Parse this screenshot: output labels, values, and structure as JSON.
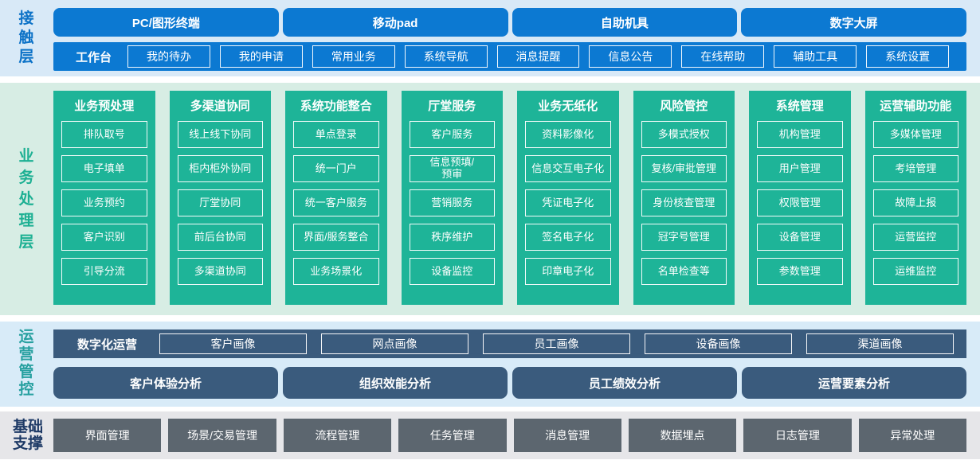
{
  "layers": {
    "contact": {
      "label": "接触层",
      "channels": [
        "PC/图形终端",
        "移动pad",
        "自助机具",
        "数字大屏"
      ],
      "workbench": {
        "label": "工作台",
        "items": [
          "我的待办",
          "我的申请",
          "常用业务",
          "系统导航",
          "消息提醒",
          "信息公告",
          "在线帮助",
          "辅助工具",
          "系统设置"
        ]
      }
    },
    "business": {
      "label": "业务处理层",
      "columns": [
        {
          "title": "业务预处理",
          "items": [
            "排队取号",
            "电子填单",
            "业务预约",
            "客户识别",
            "引导分流"
          ]
        },
        {
          "title": "多渠道协同",
          "items": [
            "线上线下协同",
            "柜内柜外协同",
            "厅堂协同",
            "前后台协同",
            "多渠道协同"
          ]
        },
        {
          "title": "系统功能整合",
          "items": [
            "单点登录",
            "统一门户",
            "统一客户服务",
            "界面/服务整合",
            "业务场景化"
          ]
        },
        {
          "title": "厅堂服务",
          "items": [
            "客户服务",
            "信息预填/\n预审",
            "营销服务",
            "秩序维护",
            "设备监控"
          ]
        },
        {
          "title": "业务无纸化",
          "items": [
            "资料影像化",
            "信息交互电子化",
            "凭证电子化",
            "签名电子化",
            "印章电子化"
          ]
        },
        {
          "title": "风险管控",
          "items": [
            "多模式授权",
            "复核/审批管理",
            "身份核查管理",
            "冠字号管理",
            "名单检查等"
          ]
        },
        {
          "title": "系统管理",
          "items": [
            "机构管理",
            "用户管理",
            "权限管理",
            "设备管理",
            "参数管理"
          ]
        },
        {
          "title": "运营辅助功能",
          "items": [
            "多媒体管理",
            "考培管理",
            "故障上报",
            "运营监控",
            "运维监控"
          ]
        }
      ]
    },
    "operations": {
      "label": "运营管控",
      "digital_row": {
        "label": "数字化运营",
        "items": [
          "客户画像",
          "网点画像",
          "员工画像",
          "设备画像",
          "渠道画像"
        ]
      },
      "analysis_row": [
        "客户体验分析",
        "组织效能分析",
        "员工绩效分析",
        "运营要素分析"
      ]
    },
    "foundation": {
      "label": "基础支撑",
      "items": [
        "界面管理",
        "场景/交易管理",
        "流程管理",
        "任务管理",
        "消息管理",
        "数据埋点",
        "日志管理",
        "异常处理"
      ]
    }
  },
  "colors": {
    "accent-blue": "#0c79d2",
    "teal-green": "#1eb498",
    "slate-blue": "#3a5b7d",
    "steel-gray": "#5c666f",
    "strip-contact": "#d8e9f7",
    "strip-business": "#d7ede4",
    "strip-operations": "#d8ebf8",
    "strip-foundation": "#e6e6e9",
    "label-contact": "#0c72c7",
    "label-business": "#1db093",
    "label-operations": "#27a0a0",
    "label-foundation": "#1e3a66"
  }
}
